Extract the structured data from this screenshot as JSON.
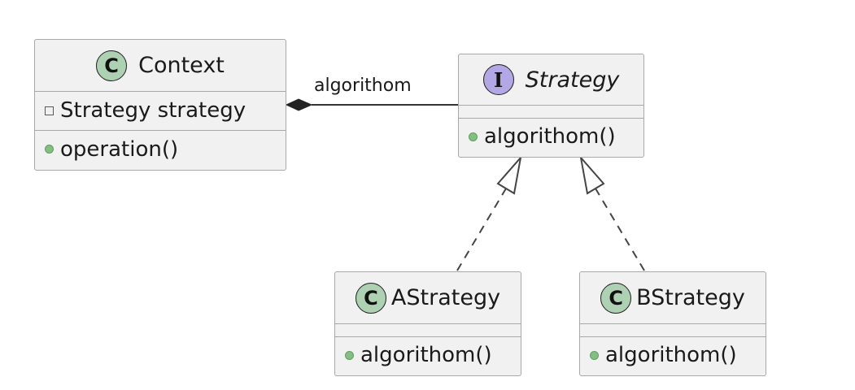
{
  "classes": {
    "context": {
      "kind": "C",
      "name": "Context",
      "field": "Strategy strategy",
      "method": "operation()"
    },
    "strategy": {
      "kind": "I",
      "name": "Strategy",
      "method": "algorithom()"
    },
    "astrategy": {
      "kind": "C",
      "name": "AStrategy",
      "method": "algorithom()"
    },
    "bstrategy": {
      "kind": "C",
      "name": "BStrategy",
      "method": "algorithom()"
    }
  },
  "relations": {
    "composition_label": "algorithom"
  },
  "colors": {
    "class_badge": "#add1b2",
    "interface_badge": "#b4a7e5",
    "public_marker": "#84be84",
    "private_marker": "#c82930",
    "box_fill": "#f1f1f1",
    "box_border": "#a8a8a8"
  }
}
